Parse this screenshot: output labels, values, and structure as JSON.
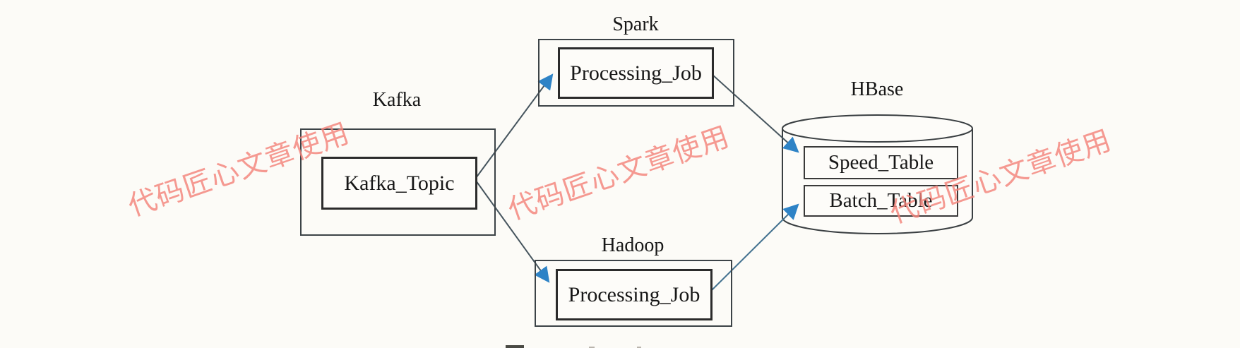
{
  "watermark": {
    "text": "代码匠心文章使用"
  },
  "nodes": {
    "kafka": {
      "title": "Kafka",
      "item": "Kafka_Topic"
    },
    "spark": {
      "title": "Spark",
      "item": "Processing_Job"
    },
    "hadoop": {
      "title": "Hadoop",
      "item": "Processing_Job"
    },
    "hbase": {
      "title": "HBase",
      "tables": [
        "Speed_Table",
        "Batch_Table"
      ]
    }
  },
  "edges": [
    {
      "from": "Kafka.Kafka_Topic",
      "to": "Spark.Processing_Job"
    },
    {
      "from": "Kafka.Kafka_Topic",
      "to": "Hadoop.Processing_Job"
    },
    {
      "from": "Spark.Processing_Job",
      "to": "HBase.Speed_Table"
    },
    {
      "from": "Hadoop.Processing_Job",
      "to": "HBase.Batch_Table"
    }
  ],
  "colors": {
    "line": "#46555e",
    "arrowhead": "#2e83c6",
    "watermark": "rgba(243,130,122,0.82)",
    "border": "#343434"
  }
}
